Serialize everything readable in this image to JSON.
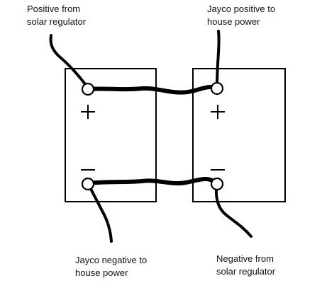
{
  "labels": {
    "top_left": {
      "line1": "Positive from",
      "line2": "solar regulator"
    },
    "top_right": {
      "line1": "Jayco positive to",
      "line2": "house power"
    },
    "bottom_left": {
      "line1": "Jayco negative to",
      "line2": "house power"
    },
    "bottom_right": {
      "line1": "Negative from",
      "line2": "solar regulator"
    }
  },
  "batteries": [
    {
      "name": "left-battery"
    },
    {
      "name": "right-battery"
    }
  ],
  "colors": {
    "line": "#000000",
    "background": "#ffffff",
    "text": "#111111"
  }
}
